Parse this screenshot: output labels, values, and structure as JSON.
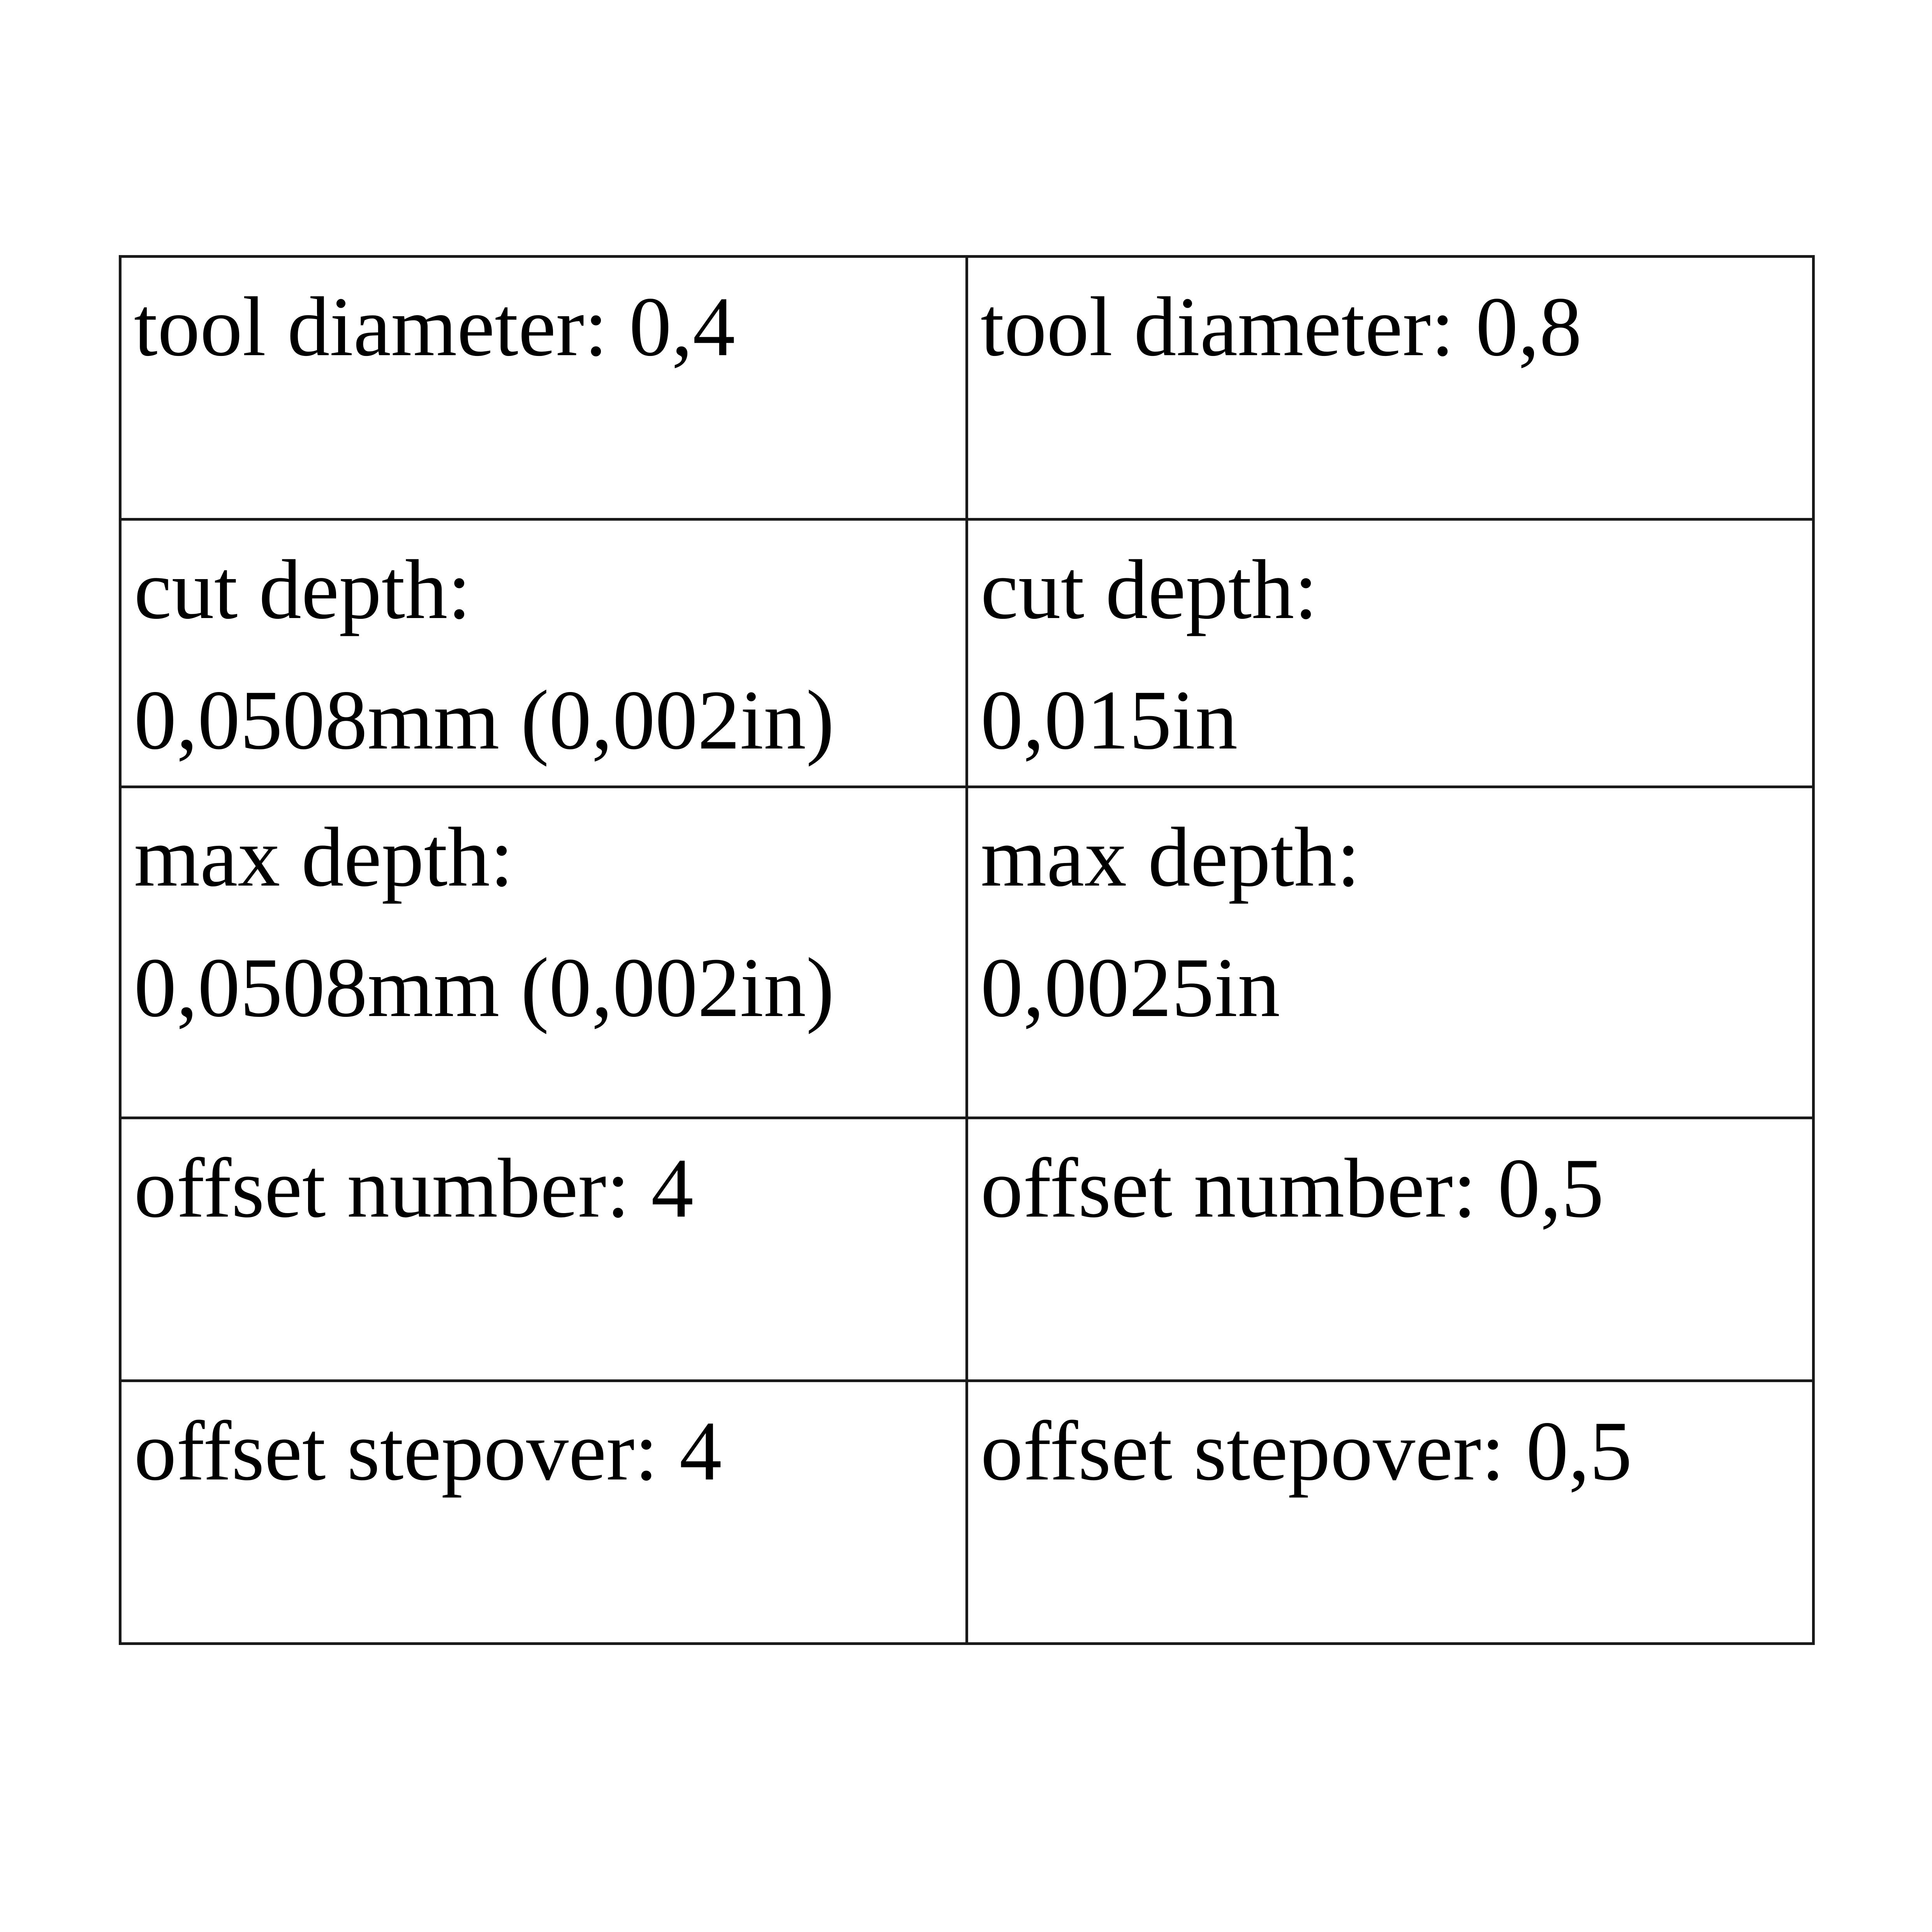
{
  "table": {
    "rows": [
      {
        "left": {
          "line1": "tool diameter: 0,4",
          "line2": ""
        },
        "right": {
          "line1": "tool diameter: 0,8",
          "line2": ""
        }
      },
      {
        "left": {
          "line1": "cut depth:",
          "line2": "0,0508mm (0,002in)"
        },
        "right": {
          "line1": "cut depth:",
          "line2": "0,015in"
        }
      },
      {
        "left": {
          "line1": "max depth:",
          "line2": "0,0508mm (0,002in)"
        },
        "right": {
          "line1": "max depth:",
          "line2": "0,0025in"
        }
      },
      {
        "left": {
          "line1": "offset number: 4",
          "line2": ""
        },
        "right": {
          "line1": "offset number: 0,5",
          "line2": ""
        }
      },
      {
        "left": {
          "line1": "offset stepover: 4",
          "line2": ""
        },
        "right": {
          "line1": "offset stepover: 0,5",
          "line2": ""
        }
      }
    ]
  }
}
